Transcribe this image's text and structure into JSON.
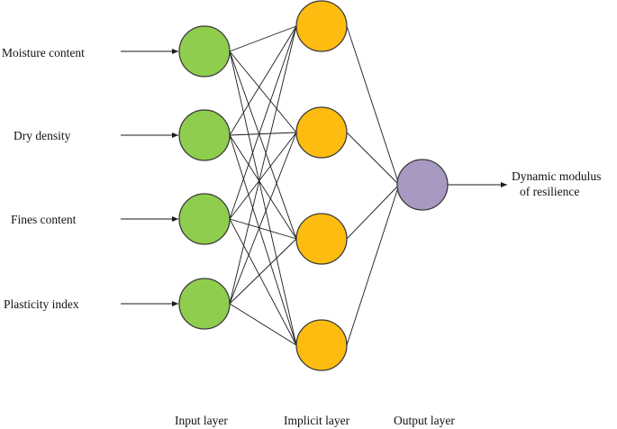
{
  "network": {
    "inputs": [
      {
        "label": "Moisture content"
      },
      {
        "label": "Dry density"
      },
      {
        "label": "Fines content"
      },
      {
        "label": "Plasticity index"
      }
    ],
    "hidden_count": 4,
    "output": {
      "label_lines": [
        "Dynamic modulus",
        "of resilience"
      ]
    },
    "layer_labels": {
      "input": "Input layer",
      "hidden": "Implicit layer",
      "output": "Output layer"
    },
    "colors": {
      "input_node": "#8fcd4f",
      "hidden_node": "#fdbc0f",
      "output_node": "#a899c2"
    }
  }
}
